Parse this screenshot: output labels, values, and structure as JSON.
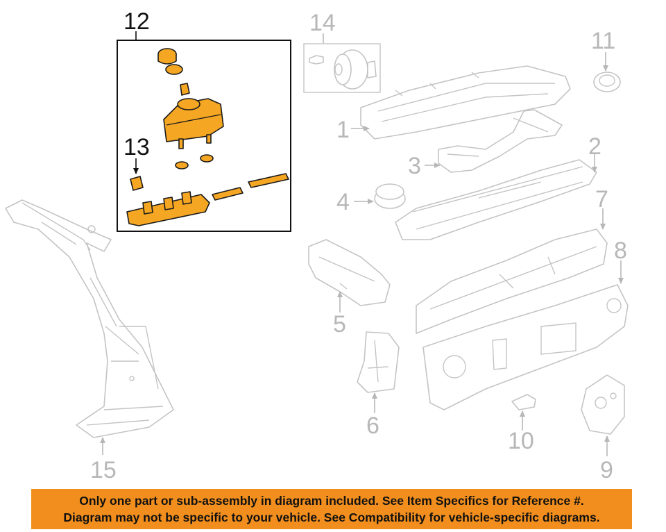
{
  "diagram": {
    "callouts": [
      "1",
      "2",
      "3",
      "4",
      "5",
      "6",
      "7",
      "8",
      "9",
      "10",
      "11",
      "12",
      "13",
      "14",
      "15"
    ],
    "highlight_color": "#f5a623",
    "ghost_color": "#c4c4c4"
  },
  "banner": {
    "line1": "Only one part or sub-assembly in diagram included. See Item Specifics for Reference #.",
    "line2": "Diagram may not be specific to your vehicle. See Compatibility for vehicle-specific diagrams.",
    "background": "#f28e1d"
  }
}
